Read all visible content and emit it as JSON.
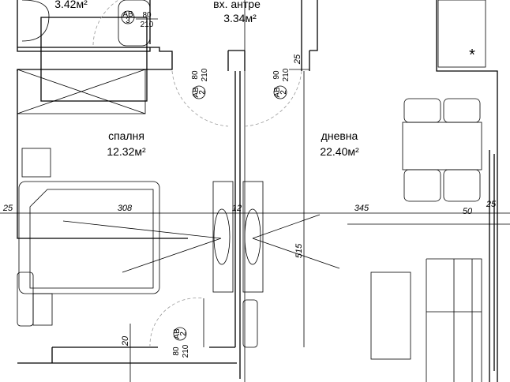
{
  "rooms": {
    "bathroom": {
      "area": "3.42м²"
    },
    "entrance": {
      "name": "вх. антре",
      "area": "3.34м²"
    },
    "bedroom": {
      "name": "спалня",
      "area": "12.32м²"
    },
    "living": {
      "name": "дневна",
      "area": "22.40м²"
    }
  },
  "dimensions": {
    "left_wall": "25",
    "bedroom_width": "308",
    "partition": "12",
    "living_width": "345",
    "right_offset": "50",
    "right_wall": "25",
    "living_depth": "515",
    "entrance_jamb": "25",
    "bottom_wall": "20"
  },
  "doors": [
    {
      "code": "АВ",
      "num": "3",
      "width": "80",
      "height": "210"
    },
    {
      "code": "АВ",
      "num": "2",
      "width": "80",
      "height": "210"
    },
    {
      "code": "АВ",
      "num": "2",
      "width": "90",
      "height": "210"
    },
    {
      "code": "АВ",
      "num": "2",
      "width": "80",
      "height": "210"
    }
  ],
  "colors": {
    "line": "#000000",
    "swing": "#999999",
    "background": "#ffffff"
  }
}
